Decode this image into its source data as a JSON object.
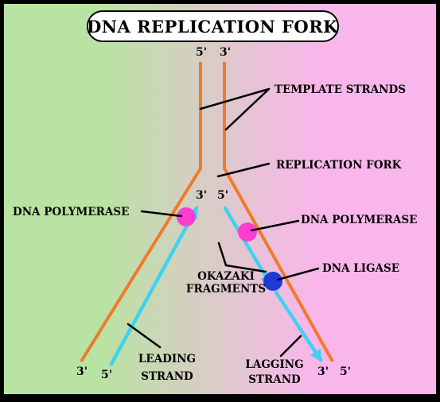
{
  "title": "DNA REPLICATION FORK",
  "labels": {
    "template_strands": "TEMPLATE STRANDS",
    "replication_fork": "REPLICATION FORK",
    "dna_polymerase_left": "DNA POLYMERASE",
    "dna_polymerase_right": "DNA POLYMERASE",
    "okazaki_line1": "OKAZAKI",
    "okazaki_line2": "FRAGMENTS",
    "dna_ligase": "DNA LIGASE",
    "leading_line1": "LEADING",
    "leading_line2": "STRAND",
    "lagging_line1": "LAGGING",
    "lagging_line2": "STRAND"
  },
  "strand_ends": {
    "top_left": "5'",
    "top_right": "3'",
    "fork_left": "3'",
    "fork_right": "5'",
    "bottom_left_outer": "3'",
    "bottom_left_inner": "5'",
    "bottom_right_inner": "3'",
    "bottom_right_outer": "5'"
  },
  "colors": {
    "background_left": "#b8e3a2",
    "background_right": "#f9b6ea",
    "template_strand": "#f07a2a",
    "new_strand": "#3dd3f0",
    "polymerase": "#ff3dd0",
    "ligase": "#1f3ad6",
    "frame": "#000000"
  }
}
